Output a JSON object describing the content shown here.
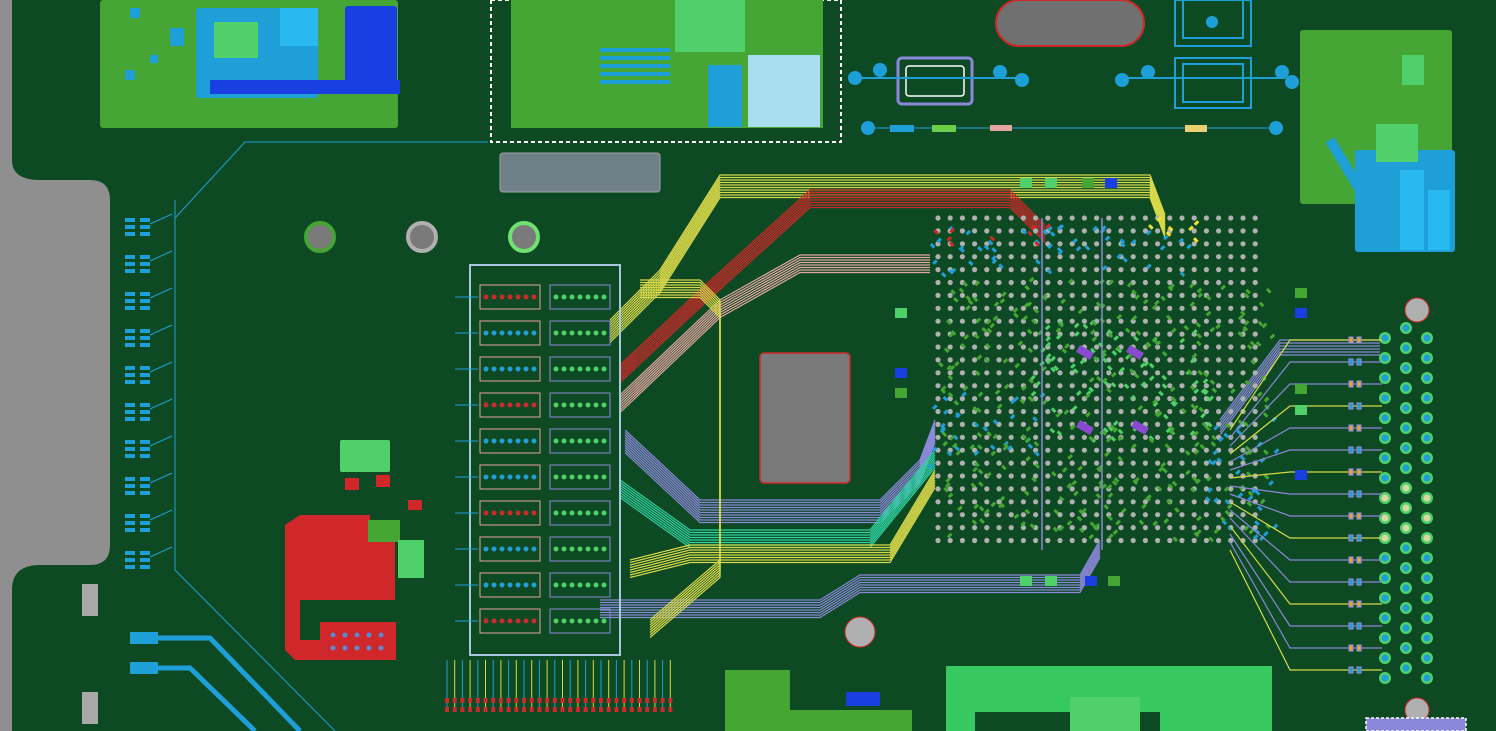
{
  "board": {
    "background": "#8f8f8f",
    "substrate": "#0d4a23",
    "copper_green": "#45a535",
    "light_green": "#4fd06a",
    "copper_blue": "#1e9fd8",
    "dark_blue": "#1a3fe0",
    "copper_red": "#d0282a",
    "trace_yellow": "#d8d84a",
    "trace_purple": "#8a88d8",
    "trace_pink": "#e3a5a0",
    "silver": "#b0b0b0",
    "mounting_grey": "#7a7a7a"
  },
  "regions": [
    {
      "id": "top-left-power-module",
      "color": "#45a535"
    },
    {
      "id": "top-rf-shield",
      "color": "#45a535"
    },
    {
      "id": "top-right-regulator",
      "color": "#45a535"
    },
    {
      "id": "bottom-connector",
      "color": "#38c860"
    },
    {
      "id": "red-power-island",
      "color": "#d0282a"
    },
    {
      "id": "cpu-exposed-pad",
      "color": "#7a7a7a"
    }
  ],
  "bga": {
    "rows": 26,
    "cols": 27
  },
  "chips": {
    "count": 10
  },
  "connector": {
    "pin_rows": 18,
    "pin_columns": 3
  }
}
